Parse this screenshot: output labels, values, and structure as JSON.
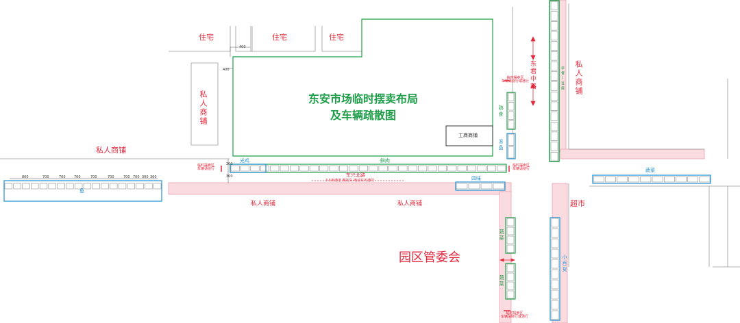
{
  "title": {
    "line1": "东安市场临时摆卖布局",
    "line2": "及车辆疏散图"
  },
  "buildings": {
    "residential_1": "住宅",
    "residential_2": "住宅",
    "residential_3": "住宅",
    "private_shop_left": "私人商铺",
    "private_shop_right": "私人商铺",
    "commerce_shop": "工商商铺",
    "supermarket": "超市",
    "committee": "园区管委会"
  },
  "labels": {
    "private_shop_row_west": "私人商铺",
    "private_shop_south_1": "私人商铺",
    "private_shop_south_2": "私人商铺"
  },
  "roads": {
    "dongxing_north": "东兴北路",
    "dongjun_middle": "东君中路",
    "lane_note": "3.5米通道 摩托车·电动车可通行"
  },
  "stalls": {
    "guangji": "光鸡",
    "xianrou": "鲜肉",
    "yu": "鱼",
    "siwei": "四味",
    "shushi": "熟食",
    "dongpin": "冻品",
    "zaocan": "早餐/豆腐",
    "shucai_east": "蔬菜",
    "shucai_south_1": "蔬菜",
    "shucai_south_2": "蔬菜",
    "xiaobaihuo": "小百货"
  },
  "notes": {
    "temp_zone_line1": "临时摆卖区",
    "temp_zone_line2": "车辆请绕行",
    "temp_zone_alt_line2": "车辆请绕行或通行",
    "temp_zone_south_line2": "车辆请绕行或通行"
  },
  "dimensions": [
    "800",
    "700",
    "700",
    "700",
    "700",
    "700",
    "700",
    "700",
    "300",
    "360",
    "400",
    "400",
    "200",
    "300"
  ],
  "colors": {
    "road_fill": "#fadbe0",
    "road_edge": "#e8a1ad",
    "green": "#1f9e4a",
    "blue": "#1f8fd1",
    "red": "#e2283c"
  }
}
